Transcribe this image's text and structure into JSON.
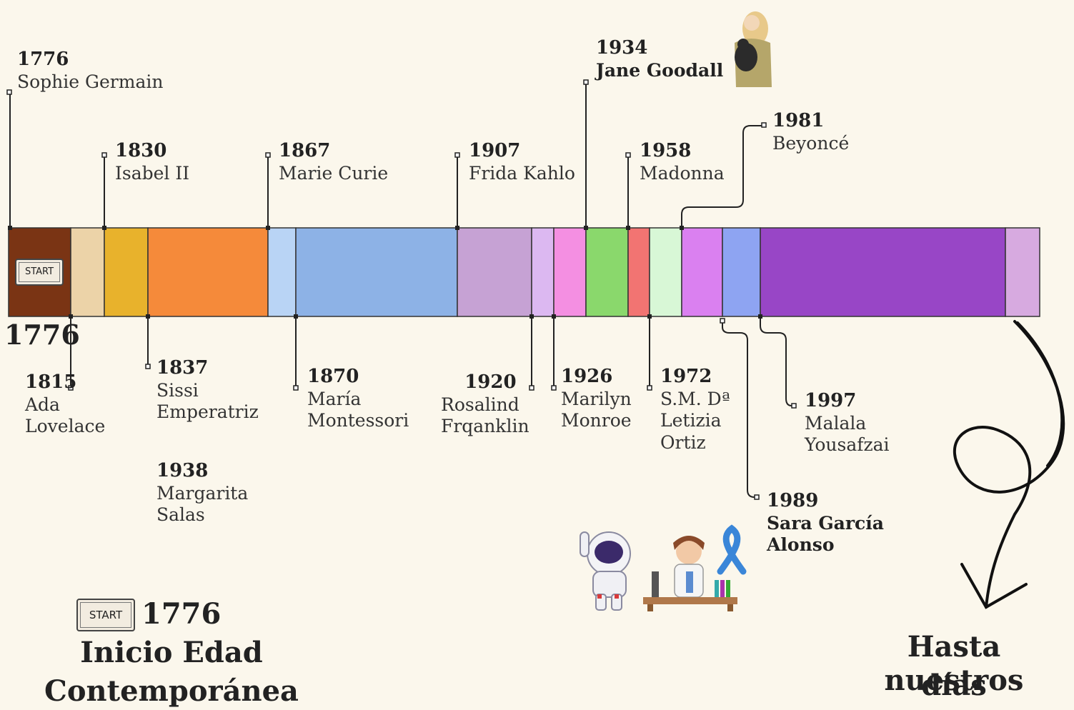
{
  "start_year": "1776",
  "start_key_label": "START",
  "intro": {
    "year": "1776",
    "line1": "Inicio Edad",
    "line2": "Contemporánea"
  },
  "ending": {
    "line1": "Hasta nuestros",
    "line2": "días"
  },
  "events": {
    "sophie": {
      "year": "1776",
      "name": "Sophie Germain"
    },
    "ada": {
      "year": "1815",
      "name1": "Ada",
      "name2": "Lovelace"
    },
    "isabel": {
      "year": "1830",
      "name": "Isabel II"
    },
    "sissi": {
      "year": "1837",
      "name1": "Sissi",
      "name2": "Emperatriz"
    },
    "margarita": {
      "year": "1938",
      "name1": "Margarita",
      "name2": "Salas"
    },
    "curie": {
      "year": "1867",
      "name": "Marie Curie"
    },
    "montessori": {
      "year": "1870",
      "name1": "María",
      "name2": "Montessori"
    },
    "kahlo": {
      "year": "1907",
      "name": "Frida Kahlo"
    },
    "franklin": {
      "year": "1920",
      "name1": "Rosalind",
      "name2": "Frqanklin"
    },
    "monroe": {
      "year": "1926",
      "name1": "Marilyn",
      "name2": "Monroe"
    },
    "goodall": {
      "year": "1934",
      "name": "Jane Goodall"
    },
    "madonna": {
      "year": "1958",
      "name": "Madonna"
    },
    "letizia": {
      "year": "1972",
      "name1": "S.M. Dª",
      "name2": "Letizia",
      "name3": "Ortiz"
    },
    "beyonce": {
      "year": "1981",
      "name": "Beyoncé"
    },
    "sara": {
      "year": "1989",
      "name1": "Sara García",
      "name2": "Alonso"
    },
    "malala": {
      "year": "1997",
      "name1": "Malala",
      "name2": "Yousafzai"
    }
  },
  "segment_colors": [
    "#7a3414",
    "#ecd3a8",
    "#e8b22c",
    "#f58a3a",
    "#b9d4f5",
    "#8db2e6",
    "#c6a2d4",
    "#dcb8f1",
    "#f48fe2",
    "#8ad86c",
    "#f27472",
    "#d8f7d6",
    "#da80f0",
    "#8ea4f2",
    "#9846c6",
    "#d7aae0"
  ],
  "icons": [
    "start-key-icon",
    "jane-goodall-illustration",
    "astronaut-illustration",
    "scientist-girl-illustration",
    "awareness-ribbon-icon",
    "curly-arrow-icon"
  ]
}
